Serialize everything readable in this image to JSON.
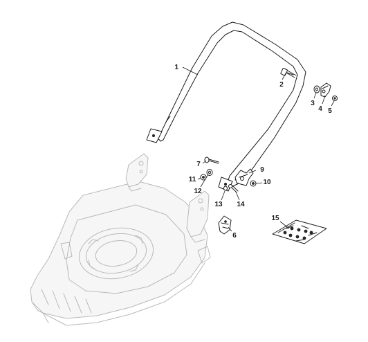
{
  "parts": [
    {
      "id": "1"
    },
    {
      "id": "2"
    },
    {
      "id": "3"
    },
    {
      "id": "4"
    },
    {
      "id": "5"
    },
    {
      "id": "6"
    },
    {
      "id": "7"
    },
    {
      "id": "9"
    },
    {
      "id": "10"
    },
    {
      "id": "11"
    },
    {
      "id": "12"
    },
    {
      "id": "13"
    },
    {
      "id": "14"
    },
    {
      "id": "15"
    }
  ]
}
